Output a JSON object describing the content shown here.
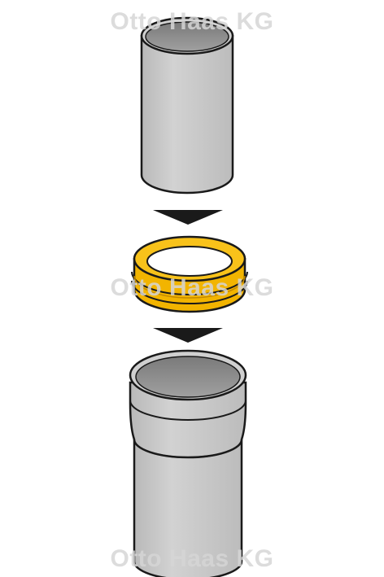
{
  "watermark": {
    "top": "Otto Haas KG",
    "middle": "Otto Haas KG",
    "bottom": "Otto Haas KG"
  },
  "colors": {
    "pipe_body": "#c8c8c8",
    "pipe_inner": "#888888",
    "outline": "#1a1a1a",
    "seal_ring": "#f5b800",
    "seal_ring_dark": "#e2a300",
    "arrow": "#1a1a1a",
    "watermark": "#d6d6d6"
  },
  "parts": [
    "pipe-spigot",
    "sealing-ring",
    "pipe-socket"
  ]
}
